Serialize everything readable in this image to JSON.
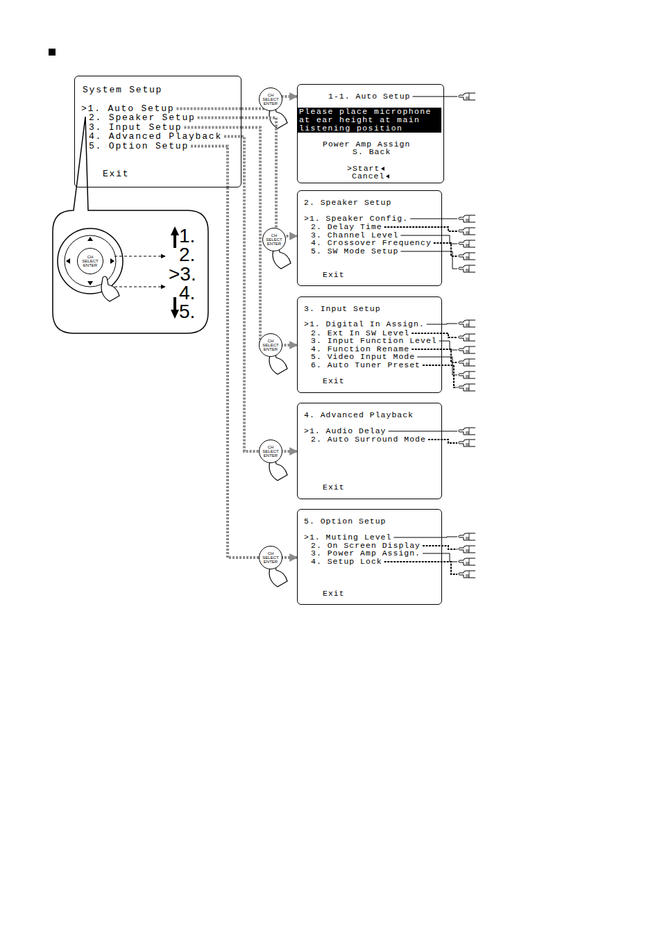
{
  "diagram": {
    "nodes": [
      {
        "text": [
          "System Setup",
          ">1. Auto Setup",
          "2. Speaker Setup",
          "3. Input Setup",
          "4. Advanced Playback",
          "5. Option Setup",
          "Exit"
        ]
      },
      {
        "text": [
          "1-1. Auto Setup",
          "Please place microphone at ear height at main listening position",
          "Power Amp Assign",
          "S. Back",
          ">Start",
          "Cancel"
        ]
      },
      {
        "text": [
          "2. Speaker Setup",
          ">1. Speaker Config.",
          "2. Delay Time",
          "3. Channel Level",
          "4. Crossover Frequency",
          "5. SW Mode Setup",
          "Exit"
        ]
      },
      {
        "text": [
          "3. Input Setup",
          ">1. Digital In Assign.",
          "2. Ext In SW Level",
          "3. Input Function Level",
          "4. Function Rename",
          "5. Video Input Mode",
          "6. Auto Tuner Preset",
          "Exit"
        ]
      },
      {
        "text": [
          "4. Advanced Playback",
          ">1. Audio Delay",
          "2. Auto Surround Mode",
          "Exit"
        ]
      },
      {
        "text": [
          "5. Option Setup",
          ">1. Muting Level",
          "2. On Screen Display",
          "3. Power Amp Assign.",
          "4. Setup Lock",
          "Exit"
        ]
      }
    ],
    "edges": [
      {
        "from": 0,
        "to": 1,
        "arrow": "to"
      },
      {
        "from": 0,
        "to": 2,
        "arrow": "to"
      },
      {
        "from": 0,
        "to": 3,
        "arrow": "to"
      },
      {
        "from": 0,
        "to": 4,
        "arrow": "to"
      },
      {
        "from": 0,
        "to": 5,
        "arrow": "to"
      }
    ],
    "labels": [
      "CH SELECT ENTER",
      "1.",
      "2.",
      ">3.",
      "4.",
      "5.",
      "CH SELECT ENTER",
      "CH SELECT ENTER",
      "CH SELECT ENTER",
      "CH SELECT ENTER",
      "CH SELECT ENTER"
    ]
  }
}
